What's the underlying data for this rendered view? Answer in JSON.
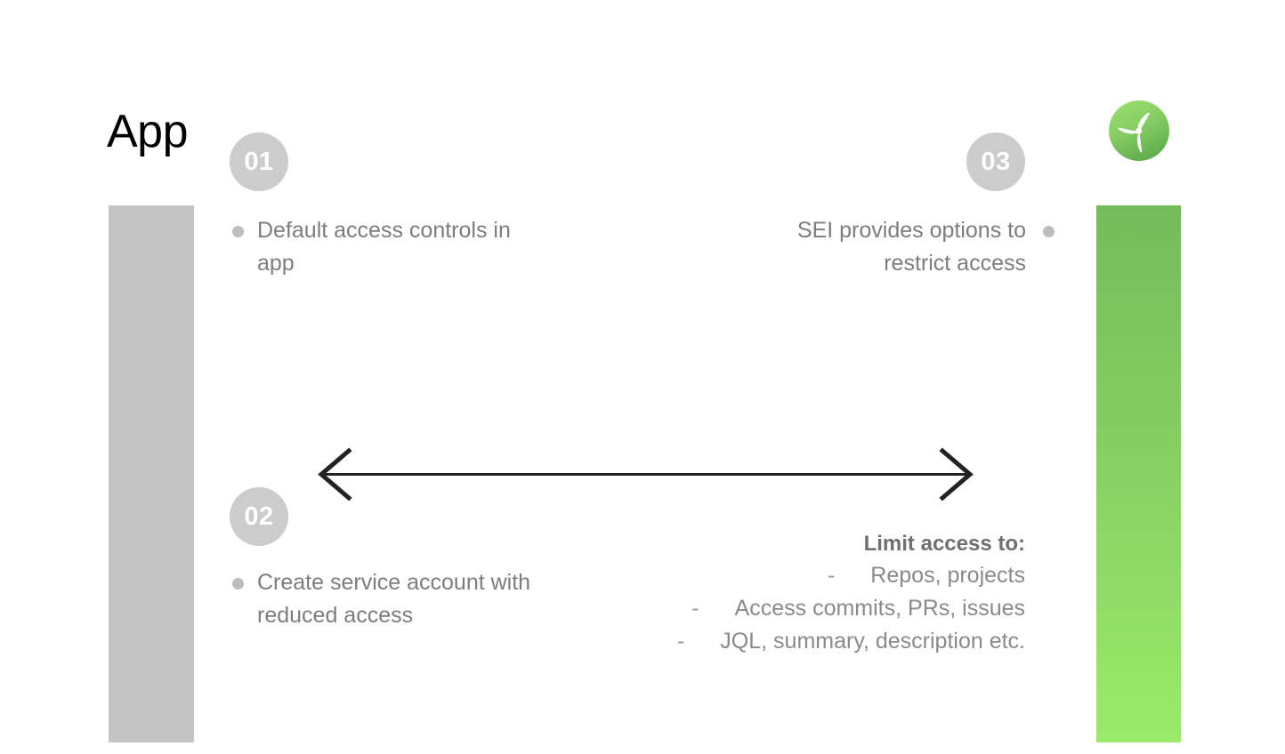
{
  "slide": {
    "title": "App",
    "logo_icon": "propeller-logo-icon",
    "accent_green_top": "#74bc5b",
    "accent_green_bottom": "#9bea6b",
    "bar_gray": "#c4c4c4",
    "badge_gray": "#cccccc",
    "body_text_gray": "#7d7d7d"
  },
  "steps": [
    {
      "number": "01",
      "bullet_icon": "bullet-dot-icon",
      "text": "Default access controls in app"
    },
    {
      "number": "02",
      "bullet_icon": "bullet-dot-icon",
      "text": "Create service account with reduced access"
    },
    {
      "number": "03",
      "bullet_icon": "bullet-dot-icon",
      "text": "SEI provides options to restrict access"
    }
  ],
  "arrow": {
    "icon": "double-headed-arrow-icon",
    "direction": "bidirectional",
    "color": "#222222"
  },
  "limit_access": {
    "heading": "Limit access to:",
    "dash": "-",
    "items": [
      "Repos, projects",
      "Access commits, PRs, issues",
      "JQL, summary, description etc."
    ]
  }
}
